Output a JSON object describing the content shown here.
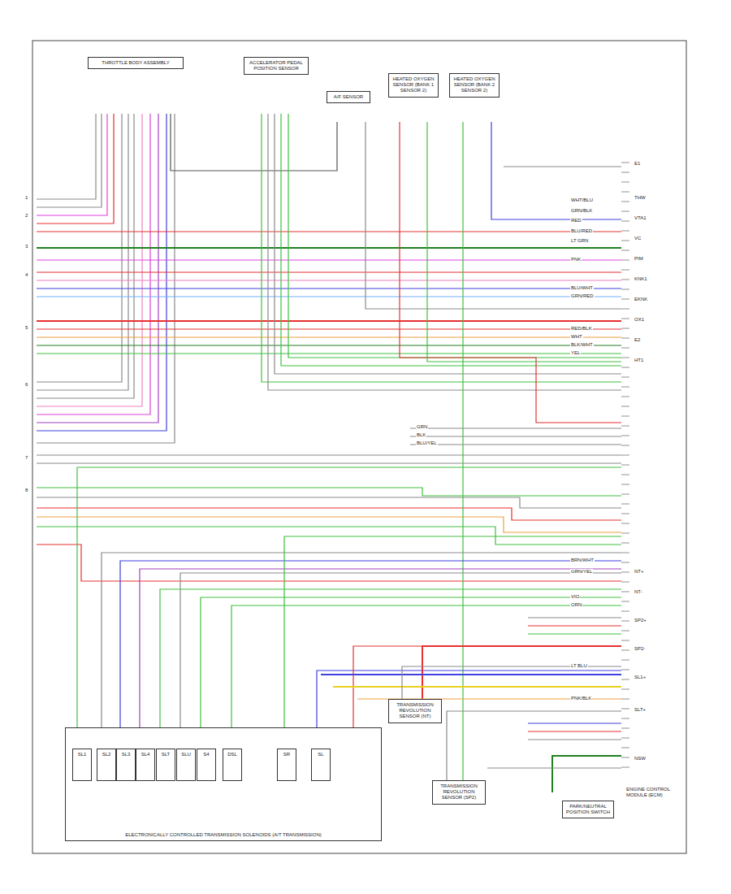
{
  "diagram": {
    "nodes": [
      {
        "text": [
          "THROTTLE BODY ASSEMBLY"
        ]
      },
      {
        "text": [
          "ACCELERATOR PEDAL POSITION SENSOR"
        ]
      },
      {
        "text": [
          "A/F SENSOR"
        ]
      },
      {
        "text": [
          "HEATED OXYGEN SENSOR (BANK 1 SENSOR 2)"
        ]
      },
      {
        "text": [
          "HEATED OXYGEN SENSOR (BANK 2 SENSOR 2)"
        ]
      },
      {
        "text": [
          "ELECTRONICALLY CONTROLLED TRANSMISSION SOLENOIDS (A/T TRANSMISSION)"
        ]
      },
      {
        "text": [
          "SL1"
        ],
        "in": 5
      },
      {
        "text": [
          "SL2"
        ],
        "in": 5
      },
      {
        "text": [
          "SL3"
        ],
        "in": 5
      },
      {
        "text": [
          "SL4"
        ],
        "in": 5
      },
      {
        "text": [
          "SLT"
        ],
        "in": 5
      },
      {
        "text": [
          "SLU"
        ],
        "in": 5
      },
      {
        "text": [
          "S4"
        ],
        "in": 5
      },
      {
        "text": [
          "DSL"
        ],
        "in": 5
      },
      {
        "text": [
          "SR"
        ],
        "in": 5
      },
      {
        "text": [
          "SL"
        ],
        "in": 5
      },
      {
        "text": [
          "TRANSMISSION REVOLUTION SENSOR (NT)"
        ]
      },
      {
        "text": [
          "TRANSMISSION REVOLUTION SENSOR (SP2)"
        ]
      },
      {
        "text": [
          "PARK/NEUTRAL POSITION SWITCH"
        ]
      }
    ],
    "labels": [
      "ENGINE CONTROL MODULE (ECM)",
      "WHT/BLU",
      "GRN/BLK",
      "RED",
      "BLU/RED",
      "LT GRN",
      "PNK",
      "BLU/WHT",
      "GRN/RED",
      "RED/BLK",
      "WHT",
      "BLK/WHT",
      "YEL",
      "E1",
      "THW",
      "VTA1",
      "VC",
      "PIM",
      "KNK1",
      "EKNK",
      "OX1",
      "E2",
      "HT1",
      "GRN",
      "BLK",
      "BLU/YEL",
      "BRN/WHT",
      "GRN/YEL",
      "VIO",
      "ORN",
      "LT BLU",
      "PNK/BLK",
      "NT+",
      "NT-",
      "SP2+",
      "SP2-",
      "SL1+",
      "SLT+",
      "NSW",
      "1",
      "2",
      "3",
      "4",
      "5",
      "6",
      "7",
      "8"
    ]
  }
}
